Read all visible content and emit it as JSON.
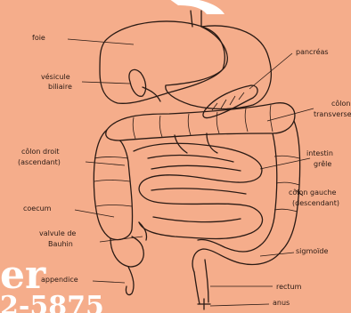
{
  "colors": {
    "background": "#f5ad8b",
    "ink": "#2a1a14",
    "overlay_text": "#ffffff"
  },
  "overlay": {
    "top_fragment": "",
    "left_fragment": "er",
    "bottom_fragment": "2-5875"
  },
  "labels": {
    "foie": "foie",
    "vesicule_l1": "vésicule",
    "vesicule_l2": "biliaire",
    "pancreas": "pancréas",
    "colon_transverse_l1": "côlon",
    "colon_transverse_l2": "transverse",
    "colon_droit_l1": "côlon droit",
    "colon_droit_l2": "(ascendant)",
    "intestin_l1": "intestin",
    "intestin_l2": "grêle",
    "colon_gauche_l1": "côlon gauche",
    "colon_gauche_l2": "(descendant)",
    "coecum": "coecum",
    "valvule_l1": "valvule de",
    "valvule_l2": "Bauhin",
    "sigmoide": "sigmoïde",
    "appendice": "appendice",
    "rectum": "rectum",
    "anus": "anus"
  }
}
